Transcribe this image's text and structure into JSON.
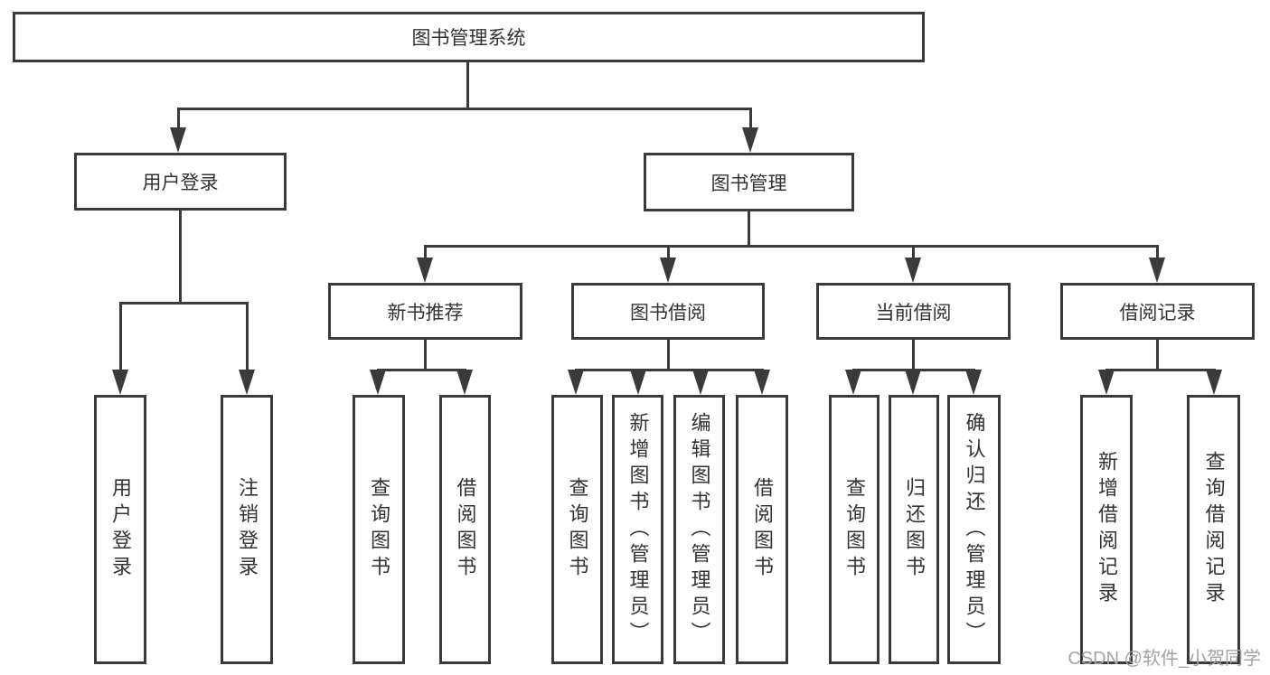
{
  "tree": {
    "root": {
      "label": "图书管理系统",
      "children": [
        {
          "label": "用户登录",
          "children": [
            {
              "label": "用户登录"
            },
            {
              "label": "注销登录"
            }
          ]
        },
        {
          "label": "图书管理",
          "children": [
            {
              "label": "新书推荐",
              "children": [
                {
                  "label": "查询图书"
                },
                {
                  "label": "借阅图书"
                }
              ]
            },
            {
              "label": "图书借阅",
              "children": [
                {
                  "label": "查询图书"
                },
                {
                  "label": "新增图书（管理员）"
                },
                {
                  "label": "编辑图书（管理员）"
                },
                {
                  "label": "借阅图书"
                }
              ]
            },
            {
              "label": "当前借阅",
              "children": [
                {
                  "label": "查询图书"
                },
                {
                  "label": "归还图书"
                },
                {
                  "label": "确认归还（管理员）"
                }
              ]
            },
            {
              "label": "借阅记录",
              "children": [
                {
                  "label": "新增借阅记录"
                },
                {
                  "label": "查询借阅记录"
                }
              ]
            }
          ]
        }
      ]
    }
  },
  "watermark": {
    "text": "CSDN @软件_小贺同学"
  },
  "colors": {
    "line": "#3a3a3a",
    "text": "#333333",
    "box_fill": "#ffffff",
    "background": "#ffffff",
    "watermark": "#a3a3a3"
  }
}
